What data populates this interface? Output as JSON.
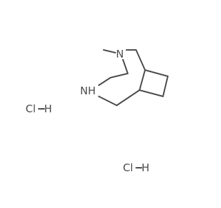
{
  "molecule": {
    "atoms": {
      "ring_nitrogen_methylated": "N",
      "ring_nitrogen_nh": "NH"
    },
    "salts": [
      {
        "label": "Cl",
        "bond_partner": "H"
      },
      {
        "label": "Cl",
        "bond_partner": "H"
      }
    ]
  },
  "colors": {
    "ink": "#4a4a4a",
    "background": "#ffffff"
  }
}
